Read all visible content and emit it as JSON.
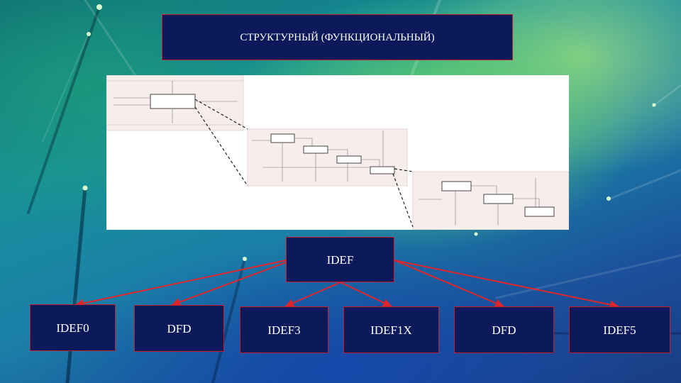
{
  "title": "СТРУКТУРНЫЙ (ФУНКЦИОНАЛЬНЫЙ)",
  "root": {
    "label": "IDEF"
  },
  "children": [
    {
      "label": "IDEF0"
    },
    {
      "label": "DFD"
    },
    {
      "label": "IDEF3"
    },
    {
      "label": "IDEF1X"
    },
    {
      "label": "DFD"
    },
    {
      "label": "IDEF5"
    }
  ],
  "colors": {
    "box_fill": "#0c1a5c",
    "box_border": "#c0202a",
    "arrow": "#e0262a",
    "text": "#ffffff"
  }
}
